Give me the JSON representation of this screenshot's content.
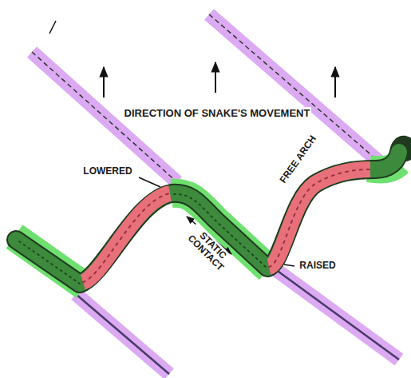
{
  "diagram": {
    "labels": [
      "DIRECTION OF SNAKE'S MOVEMENT",
      "LOWERED",
      "FREE ARCH",
      "STATIC CONTACT",
      "RAISED"
    ]
  }
}
